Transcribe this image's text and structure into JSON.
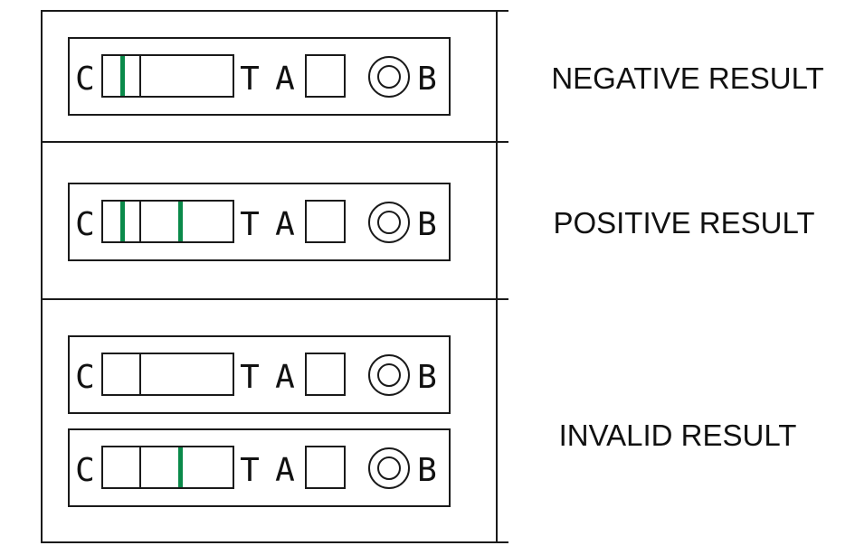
{
  "colors": {
    "line": "#1a1a1a",
    "band": "#0a8a4a",
    "background": "#ffffff"
  },
  "cassette_labels": {
    "control": "C",
    "test": "T",
    "a": "A",
    "b": "B"
  },
  "sections": [
    {
      "result": "NEGATIVE RESULT",
      "cassettes": [
        {
          "control_band": true,
          "test_band": false
        }
      ]
    },
    {
      "result": "POSITIVE RESULT",
      "cassettes": [
        {
          "control_band": true,
          "test_band": true
        }
      ]
    },
    {
      "result": "INVALID RESULT",
      "cassettes": [
        {
          "control_band": false,
          "test_band": false
        },
        {
          "control_band": false,
          "test_band": true
        }
      ]
    }
  ]
}
